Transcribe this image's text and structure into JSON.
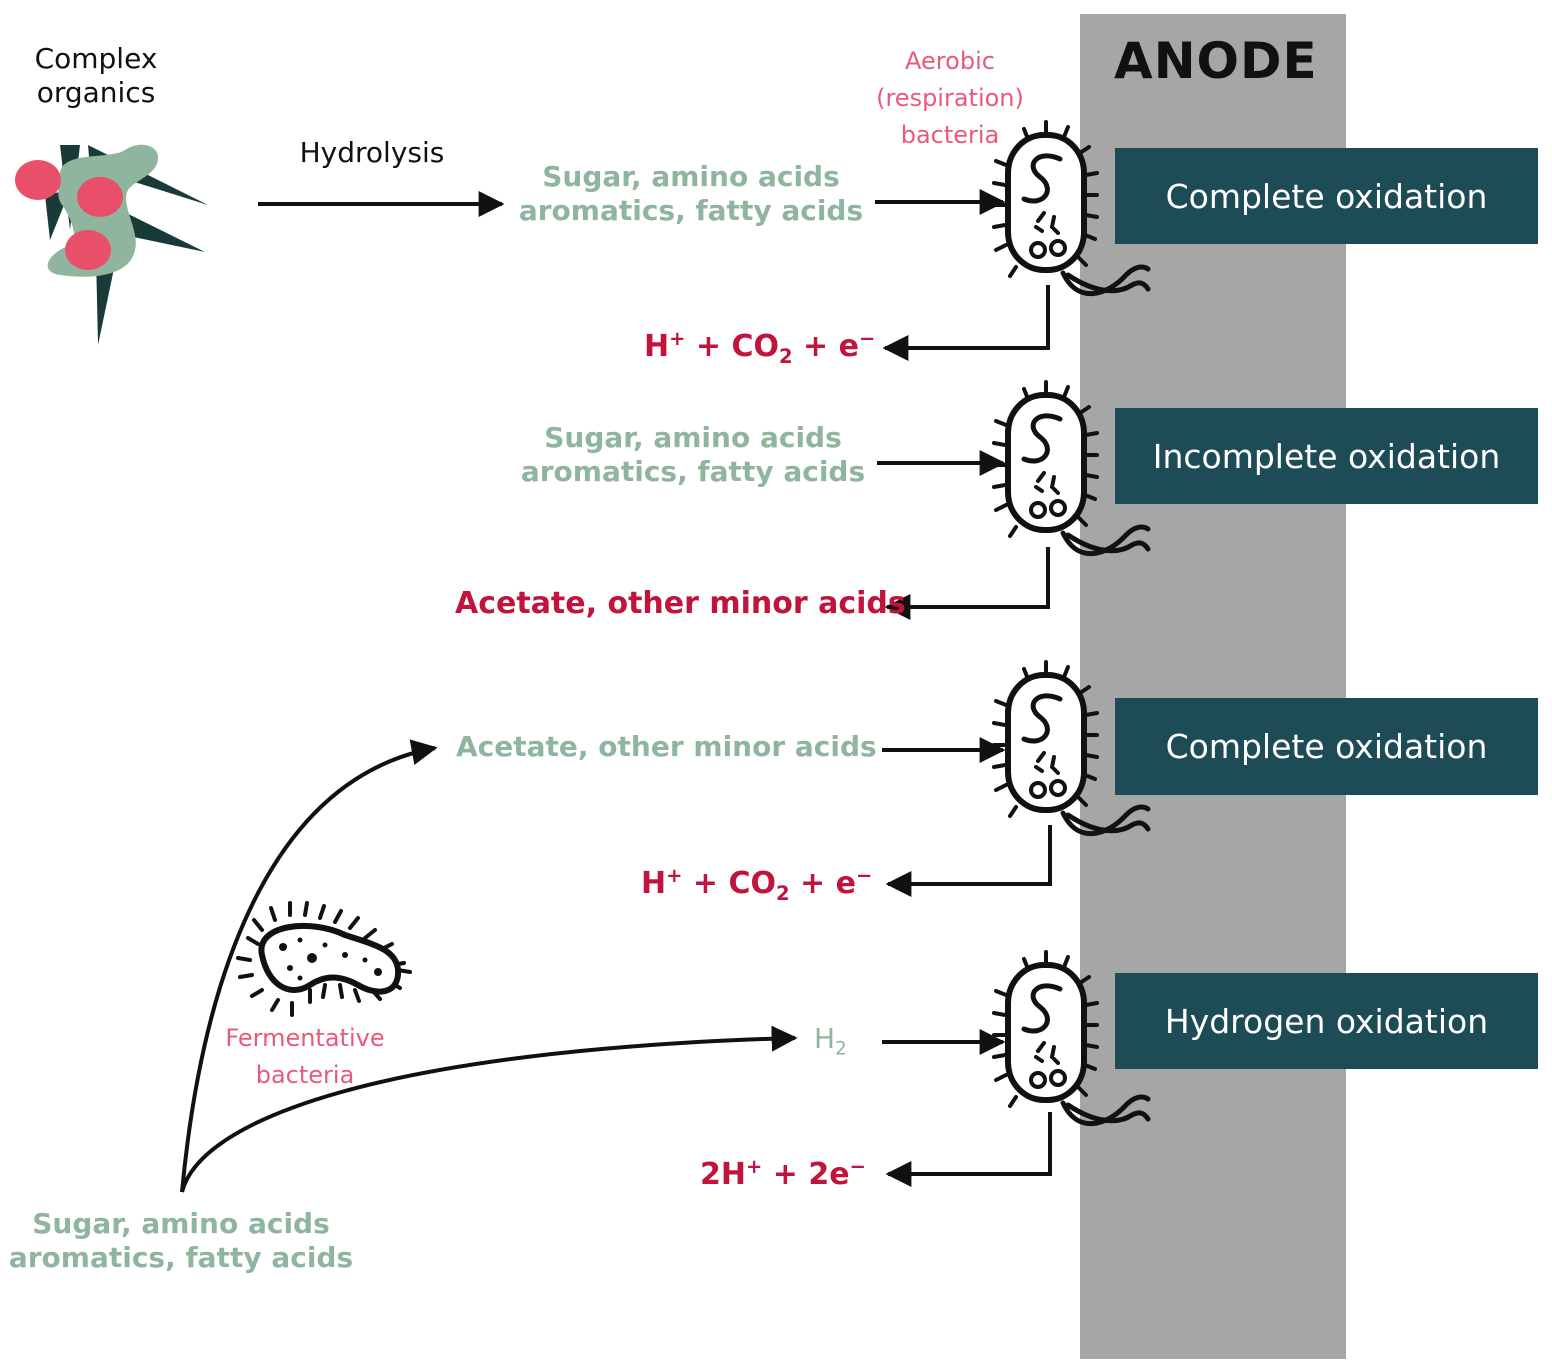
{
  "anode": {
    "label": "ANODE",
    "fill": "#a6a6a6"
  },
  "colors": {
    "box": "#1d4c56",
    "substrate_green": "#8fb59f",
    "product_red": "#c0143c",
    "bacteria_pink": "#e95a7a",
    "organic_dark": "#1a3a3a",
    "organic_green": "#8fb59f",
    "organic_pink": "#e8506a"
  },
  "complex_organics": {
    "line1": "Complex",
    "line2": "organics"
  },
  "hydrolysis_label": "Hydrolysis",
  "aerobic_bacteria": {
    "line1": "Aerobic",
    "line2": "(respiration)",
    "line3": "bacteria"
  },
  "fermentative_bacteria": {
    "line1": "Fermentative",
    "line2": "bacteria"
  },
  "rows": [
    {
      "substrate": {
        "line1": "Sugar, amino acids",
        "line2": "aromatics, fatty acids"
      },
      "product": {
        "base1": "H",
        "sup1": "+",
        "mid": " + CO",
        "sub": "2",
        "end": " + e",
        "sup2": "−"
      },
      "process": "Complete oxidation"
    },
    {
      "substrate": {
        "line1": "Sugar, amino acids",
        "line2": "aromatics, fatty acids"
      },
      "product": {
        "text": "Acetate, other minor acids"
      },
      "process": "Incomplete oxidation"
    },
    {
      "substrate": {
        "line1": "Acetate, other minor acids"
      },
      "product": {
        "base1": "H",
        "sup1": "+",
        "mid": " + CO",
        "sub": "2",
        "end": " + e",
        "sup2": "−"
      },
      "process": "Complete oxidation"
    },
    {
      "substrate": {
        "base": "H",
        "sub": "2"
      },
      "product": {
        "base1": "2H",
        "sup1": "+",
        "mid": " + 2e",
        "sup2": "−"
      },
      "process": "Hydrogen oxidation"
    }
  ],
  "fermentation_source": {
    "line1": "Sugar, amino acids",
    "line2": "aromatics, fatty acids"
  },
  "icons": {
    "organics": "complex-organics-icon",
    "bacterium": "rod-bacterium-icon",
    "fermentative": "fermentative-bacterium-icon"
  }
}
